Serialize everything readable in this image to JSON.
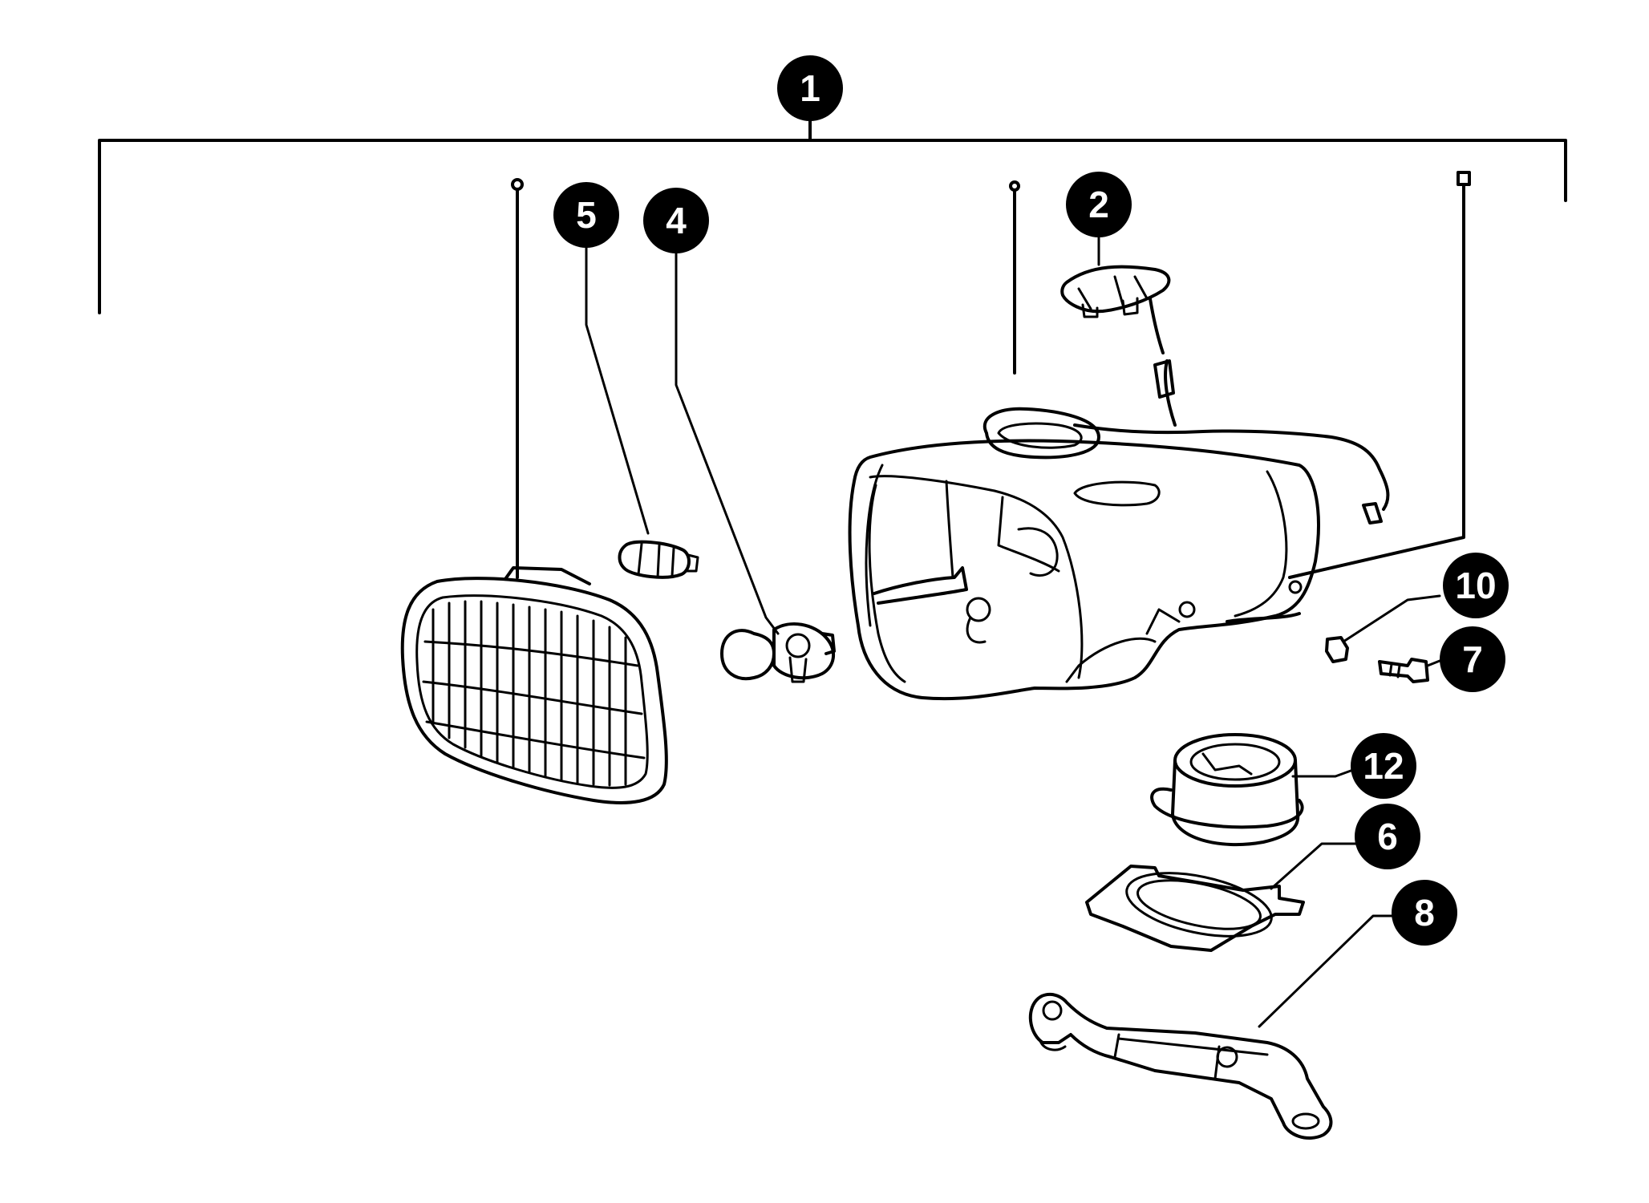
{
  "diagram": {
    "callouts": [
      "1",
      "2",
      "4",
      "5",
      "6",
      "7",
      "8",
      "10",
      "12"
    ]
  }
}
